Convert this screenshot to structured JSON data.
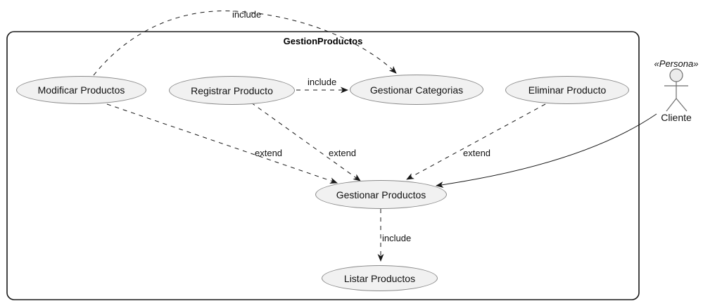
{
  "diagram": {
    "type": "uml-use-case",
    "frame": {
      "title": "GestionProductos"
    },
    "actor": {
      "stereotype": "«Persona»",
      "name": "Cliente"
    },
    "usecases": [
      {
        "label": "Modificar Productos"
      },
      {
        "label": "Registrar Producto"
      },
      {
        "label": "Gestionar Categorias"
      },
      {
        "label": "Eliminar Producto"
      },
      {
        "label": "Gestionar Productos"
      },
      {
        "label": "Listar Productos"
      }
    ],
    "edges": [
      {
        "from": "Modificar Productos",
        "to": "Gestionar Categorias",
        "label": "include",
        "style": "dashed"
      },
      {
        "from": "Registrar Producto",
        "to": "Gestionar Categorias",
        "label": "include",
        "style": "dashed"
      },
      {
        "from": "Modificar Productos",
        "to": "Gestionar Productos",
        "label": "extend",
        "style": "dashed"
      },
      {
        "from": "Registrar Producto",
        "to": "Gestionar Productos",
        "label": "extend",
        "style": "dashed"
      },
      {
        "from": "Eliminar Producto",
        "to": "Gestionar Productos",
        "label": "extend",
        "style": "dashed"
      },
      {
        "from": "Gestionar Productos",
        "to": "Listar Productos",
        "label": "include",
        "style": "dashed"
      },
      {
        "from": "Cliente",
        "to": "Gestionar Productos",
        "label": "",
        "style": "solid"
      }
    ],
    "colors": {
      "node_fill": "#f1f1f1",
      "node_border": "#8a8a8a",
      "line": "#181818",
      "actor_line": "#6e6e6e",
      "text": "#111111",
      "background": "#ffffff"
    }
  }
}
